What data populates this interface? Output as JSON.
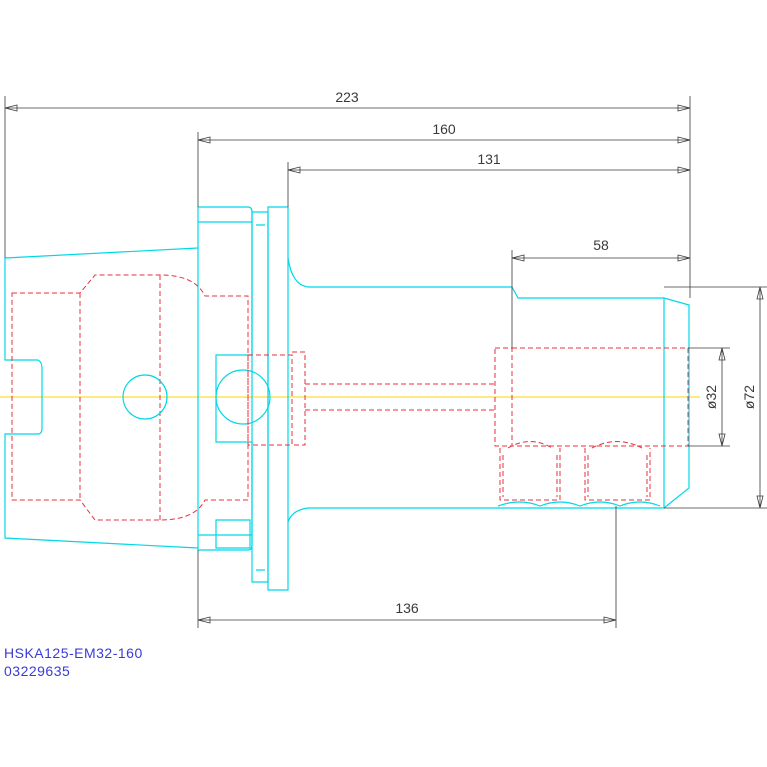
{
  "dimensions": {
    "overall_length": "223",
    "flange_to_end": "160",
    "groove_to_end": "131",
    "bore_depth": "58",
    "bore_diameter": "ø32",
    "outer_diameter": "ø72",
    "gauge_length": "136"
  },
  "caption": {
    "model": "HSKA125-EM32-160",
    "part_number": "03229635"
  },
  "colors": {
    "outline": "#00d8e8",
    "hidden": "#e8303c",
    "dimension": "#3a3a3a",
    "centerline": "#ffd400",
    "caption": "#3a3ad8"
  }
}
